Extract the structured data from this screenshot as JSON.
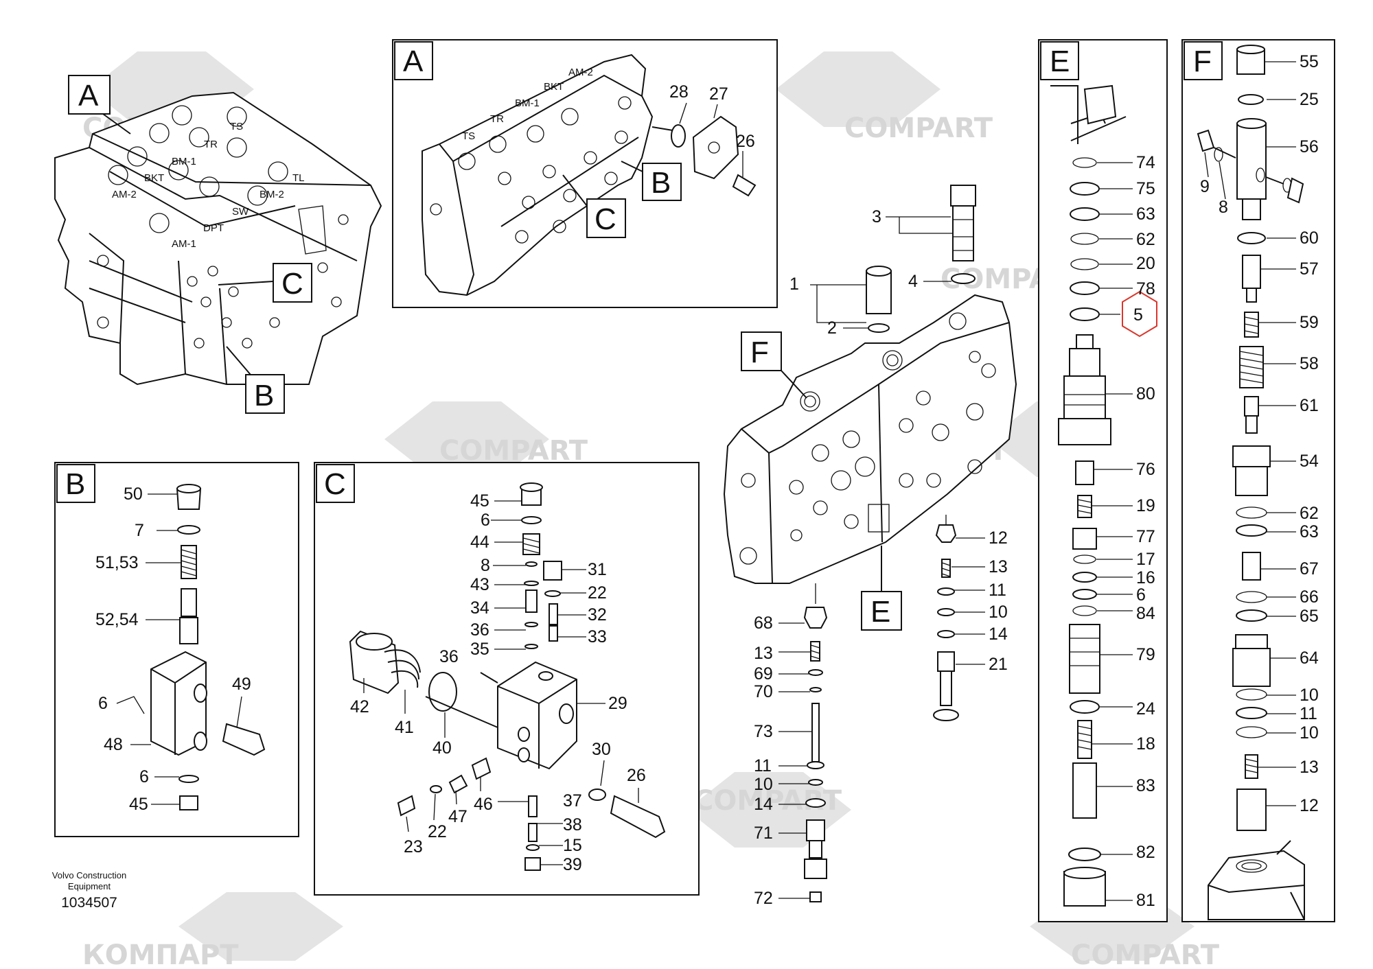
{
  "diagram": {
    "watermark": [
      "КОМПАРТ",
      "COMPART"
    ],
    "highlight_color": "#d9372c",
    "sections": [
      "A",
      "B",
      "C",
      "E",
      "F"
    ],
    "callouts_main": [
      "A",
      "B",
      "C",
      "A",
      "B",
      "C",
      "F",
      "E"
    ],
    "port_labels": [
      "TS",
      "TR",
      "BM-1",
      "BKT",
      "AM-2",
      "BM-2",
      "TL",
      "SW",
      "DPT",
      "AM-1"
    ],
    "detail_a_ports": [
      "AM-2",
      "BKT",
      "BM-1",
      "TR",
      "TS"
    ],
    "parts_a": [
      "28",
      "27",
      "26"
    ],
    "parts_b": [
      "50",
      "7",
      "51,53",
      "52,54",
      "49",
      "6",
      "48",
      "6",
      "45"
    ],
    "parts_c": [
      "45",
      "6",
      "44",
      "8",
      "43",
      "34",
      "36",
      "35",
      "31",
      "22",
      "32",
      "33",
      "36",
      "42",
      "41",
      "40",
      "29",
      "30",
      "26",
      "23",
      "22",
      "47",
      "46",
      "37",
      "38",
      "15",
      "39"
    ],
    "parts_center": [
      "3",
      "4",
      "1",
      "2",
      "12",
      "13",
      "11",
      "10",
      "14",
      "21",
      "68",
      "13",
      "69",
      "70",
      "73",
      "11",
      "10",
      "14",
      "71",
      "72"
    ],
    "parts_e": [
      "74",
      "75",
      "63",
      "62",
      "20",
      "78",
      "5",
      "80",
      "76",
      "19",
      "77",
      "17",
      "16",
      "6",
      "84",
      "79",
      "24",
      "18",
      "83",
      "82",
      "81"
    ],
    "parts_f": [
      "55",
      "25",
      "56",
      "9",
      "8",
      "60",
      "57",
      "59",
      "58",
      "61",
      "54",
      "62",
      "63",
      "67",
      "66",
      "65",
      "64",
      "10",
      "11",
      "10",
      "13",
      "12"
    ],
    "highlighted_part": "5"
  },
  "footer": {
    "maker_line1": "Volvo Construction",
    "maker_line2": "Equipment",
    "drawing_number": "1034507"
  }
}
